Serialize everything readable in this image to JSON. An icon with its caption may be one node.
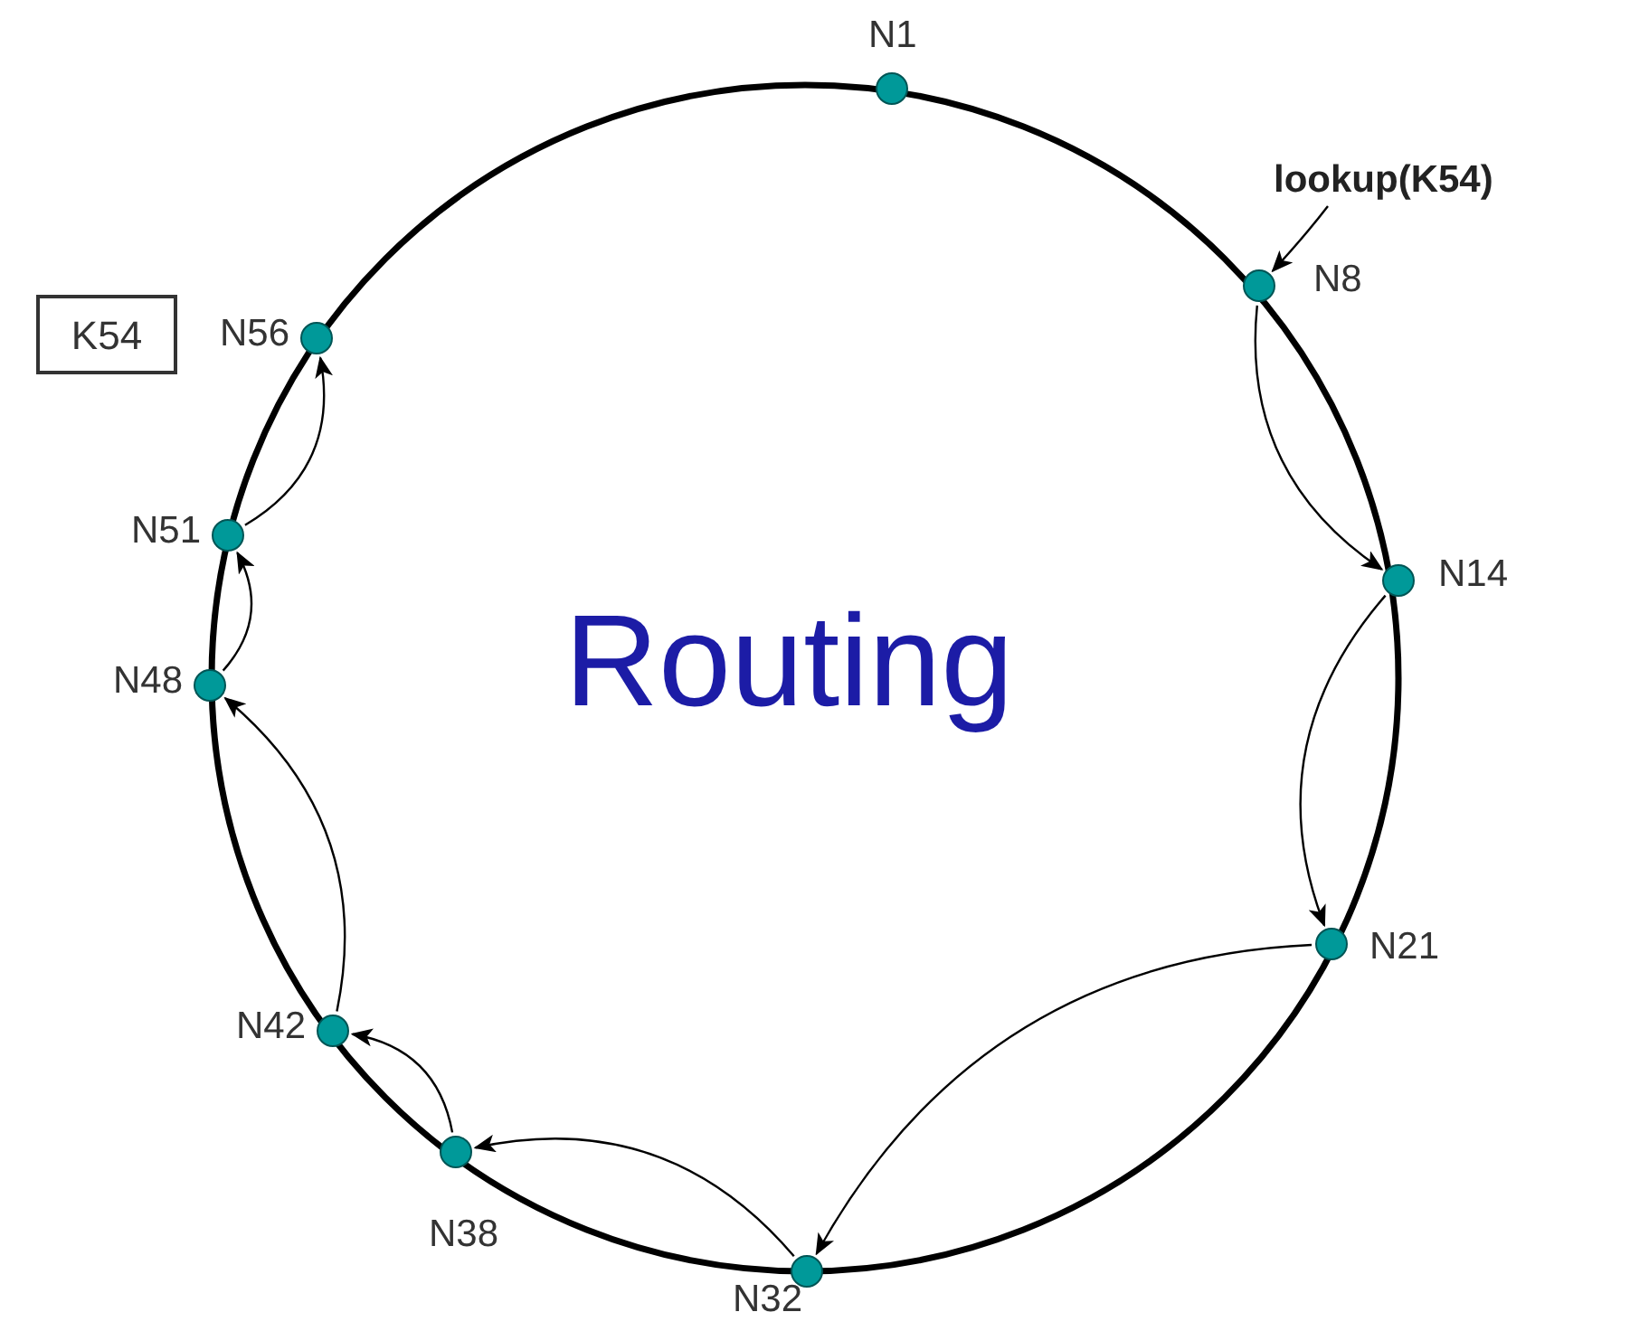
{
  "diagram": {
    "title": "Routing",
    "nodes": [
      {
        "text": [],
        "shape": "circle",
        "beside": [
          "N1"
        ]
      },
      {
        "text": [],
        "shape": "circle",
        "beside": [
          "N8"
        ]
      },
      {
        "text": [],
        "shape": "circle",
        "beside": [
          "N14"
        ]
      },
      {
        "text": [],
        "shape": "circle",
        "beside": [
          "N21"
        ]
      },
      {
        "text": [],
        "shape": "circle",
        "beside": [
          "N32"
        ]
      },
      {
        "text": [],
        "shape": "circle",
        "beside": [
          "N38"
        ]
      },
      {
        "text": [],
        "shape": "circle",
        "beside": [
          "N42"
        ]
      },
      {
        "text": [],
        "shape": "circle",
        "beside": [
          "N48"
        ]
      },
      {
        "text": [],
        "shape": "circle",
        "beside": [
          "N51"
        ]
      },
      {
        "text": [],
        "shape": "circle",
        "beside": [
          "N56"
        ]
      },
      {
        "text": [
          "lookup(K54)"
        ]
      },
      {
        "text": [
          "K54"
        ]
      }
    ],
    "edges": [
      {
        "from": 10,
        "to": 1,
        "arrow": "to"
      },
      {
        "from": 1,
        "to": 2,
        "arrow": "to"
      },
      {
        "from": 2,
        "to": 3,
        "arrow": "to"
      },
      {
        "from": 3,
        "to": 4,
        "arrow": "to"
      },
      {
        "from": 4,
        "to": 5,
        "arrow": "to"
      },
      {
        "from": 5,
        "to": 6,
        "arrow": "to"
      },
      {
        "from": 6,
        "to": 7,
        "arrow": "to"
      },
      {
        "from": 7,
        "to": 8,
        "arrow": "to"
      },
      {
        "from": 8,
        "to": 9,
        "arrow": "to"
      }
    ]
  }
}
